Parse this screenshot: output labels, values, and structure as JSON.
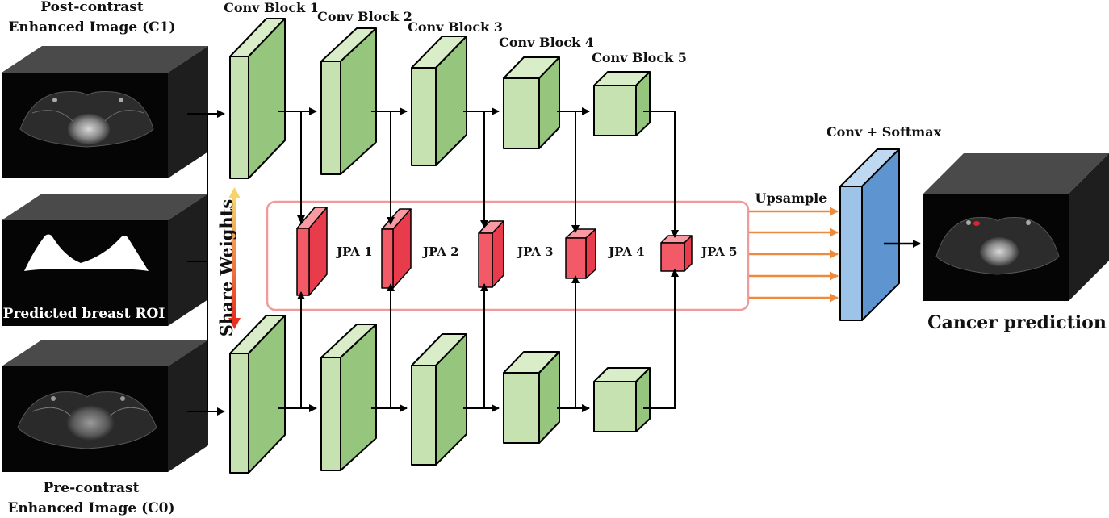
{
  "inputs": {
    "post_contrast_line1": "Post-contrast",
    "post_contrast_line2": "Enhanced Image (C1)",
    "roi_label": "Predicted breast ROI",
    "pre_contrast_line1": "Pre-contrast",
    "pre_contrast_line2": "Enhanced Image (C0)"
  },
  "encoder": {
    "blocks": [
      "Conv Block 1",
      "Conv Block 2",
      "Conv Block 3",
      "Conv Block 4",
      "Conv Block 5"
    ],
    "share_weights": "Share Weights"
  },
  "jpa": [
    "JPA 1",
    "JPA 2",
    "JPA 3",
    "JPA 4",
    "JPA 5"
  ],
  "decoder": {
    "upsample": "Upsample",
    "head": "Conv + Softmax"
  },
  "output": {
    "label": "Cancer prediction"
  },
  "colors": {
    "conv_block": "#c6e2b0",
    "jpa_block": "#f25a68",
    "head_block": "#7aa9dc",
    "frame": "#f19a9a",
    "upsample_arrow": "#ee8a3c",
    "share_gradient_top": "#f6d36d",
    "share_gradient_bottom": "#e8321f"
  }
}
